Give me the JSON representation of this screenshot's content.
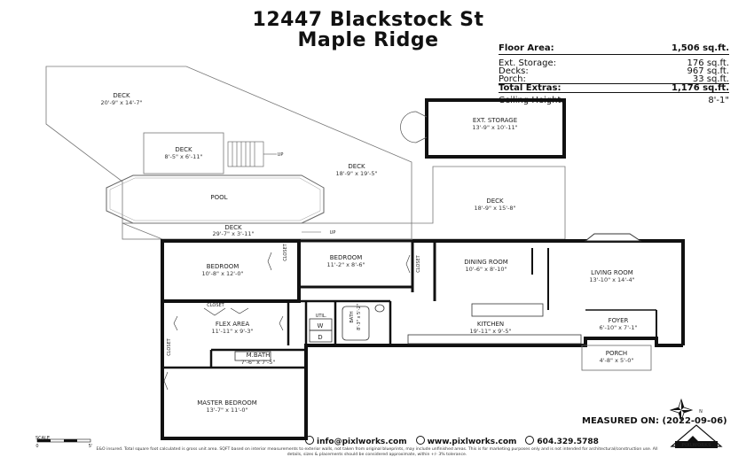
{
  "address": {
    "line1": "12447 Blackstock St",
    "line2": "Maple Ridge"
  },
  "stats": {
    "floor_area_label": "Floor Area:",
    "floor_area_value": "1,506 sq.ft.",
    "ext_storage_label": "Ext. Storage:",
    "ext_storage_value": "176 sq.ft.",
    "decks_label": "Decks:",
    "decks_value": "967 sq.ft.",
    "porch_label": "Porch:",
    "porch_value": "33 sq.ft.",
    "total_extras_label": "Total Extras:",
    "total_extras_value": "1,176 sq.ft.",
    "ceiling_label": "Ceiling Height:",
    "ceiling_value": "8'-1\""
  },
  "rooms": {
    "deck_top": {
      "name": "DECK",
      "dim": "20'-9\" x 14'-7\""
    },
    "deck_small": {
      "name": "DECK",
      "dim": "8'-5\" x 6'-11\""
    },
    "deck_mid": {
      "name": "DECK",
      "dim": "18'-9\" x 19'-5\""
    },
    "pool": {
      "name": "POOL"
    },
    "ext_storage": {
      "name": "EXT. STORAGE",
      "dim": "13'-9\" x 10'-11\""
    },
    "deck_right": {
      "name": "DECK",
      "dim": "18'-9\" x 15'-8\""
    },
    "deck_strip": {
      "name": "DECK",
      "dim": "29'-7\" x 3'-11\""
    },
    "bedroom1": {
      "name": "BEDROOM",
      "dim": "10'-8\" x 12'-0\""
    },
    "bedroom2": {
      "name": "BEDROOM",
      "dim": "11'-2\" x 8'-6\""
    },
    "dining": {
      "name": "DINING ROOM",
      "dim": "10'-6\" x 8'-10\""
    },
    "living": {
      "name": "LIVING ROOM",
      "dim": "13'-10\" x 14'-4\""
    },
    "flex": {
      "name": "FLEX AREA",
      "dim": "11'-11\" x 9'-3\""
    },
    "kitchen": {
      "name": "KITCHEN",
      "dim": "19'-11\" x 9'-5\""
    },
    "foyer": {
      "name": "FOYER",
      "dim": "6'-10\" x 7'-1\""
    },
    "porch": {
      "name": "PORCH",
      "dim": "4'-8\" x 5'-0\""
    },
    "mbath": {
      "name": "M.BATH",
      "dim": "7'-6\" x 7'-5\""
    },
    "bath": {
      "name": "BATH",
      "dim": "8'-3\" x 5'-2\""
    },
    "master": {
      "name": "MASTER BEDROOM",
      "dim": "13'-7\" x 11'-0\""
    }
  },
  "small_labels": {
    "closet": "CLOSET",
    "util": "UTIL.",
    "up": "UP",
    "w": "W",
    "d": "D"
  },
  "measured": "MEASURED ON: (2022-09-06)",
  "contact": {
    "email": "info@pixlworks.com",
    "web": "www.pixlworks.com",
    "phone": "604.329.5788"
  },
  "scale_label": "SCALE",
  "scale_ticks": {
    "zero": "0",
    "five": "5'"
  },
  "compass_label": "N",
  "logo_text": "PIXLWORKS",
  "disclaimer": "E&O insured. Total square foot calculated is gross unit area. SQFT based on interior measurements to exterior walls, not taken from original blueprints, may include unfinished areas. This is for marketing purposes only and is not intended for architectural/construction use. All details, sizes & placements should be considered approximate, within +/- 3% tolerance."
}
